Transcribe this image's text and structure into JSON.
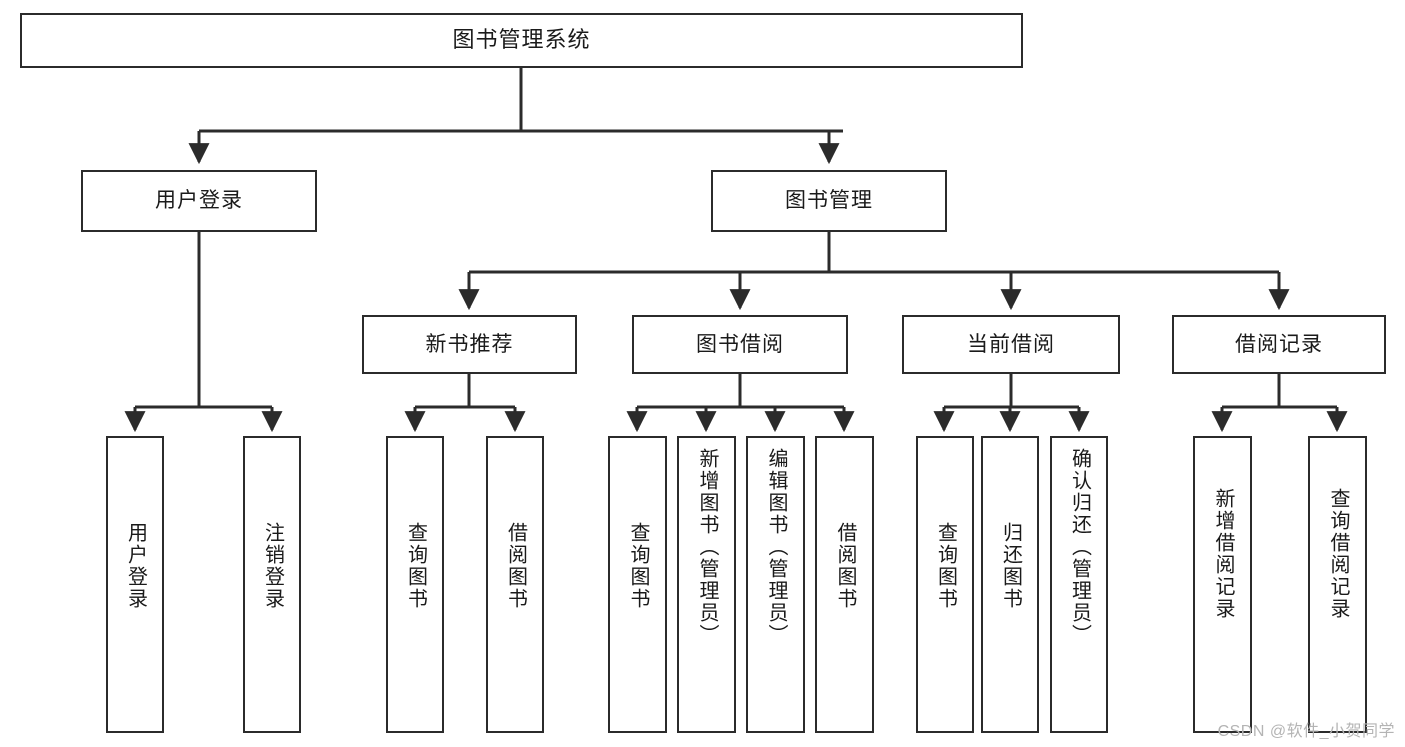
{
  "diagram": {
    "title": "图书管理系统",
    "type": "hierarchy-tree",
    "watermark": "CSDN @软件_小贺同学",
    "colors": {
      "background": "#ffffff",
      "box_border": "#2b2b2b",
      "box_fill": "#ffffff",
      "text": "#1a1a1a",
      "connector": "#2b2b2b",
      "watermark": "#b4b4b4"
    },
    "root": {
      "label": "图书管理系统"
    },
    "tier2": [
      {
        "label": "用户登录"
      },
      {
        "label": "图书管理"
      }
    ],
    "tier3": [
      {
        "label": "新书推荐"
      },
      {
        "label": "图书借阅"
      },
      {
        "label": "当前借阅"
      },
      {
        "label": "借阅记录"
      }
    ],
    "leaves": {
      "user_login": [
        {
          "label": "用户登录"
        },
        {
          "label": "注销登录"
        }
      ],
      "new_book_recommend": [
        {
          "label": "查询图书"
        },
        {
          "label": "借阅图书"
        }
      ],
      "book_borrow": [
        {
          "label": "查询图书"
        },
        {
          "label": "新增图书（管理员）"
        },
        {
          "label": "编辑图书（管理员）"
        },
        {
          "label": "借阅图书"
        }
      ],
      "current_borrow": [
        {
          "label": "查询图书"
        },
        {
          "label": "归还图书"
        },
        {
          "label": "确认归还（管理员）"
        }
      ],
      "borrow_record": [
        {
          "label": "新增借阅记录"
        },
        {
          "label": "查询借阅记录"
        }
      ]
    }
  }
}
